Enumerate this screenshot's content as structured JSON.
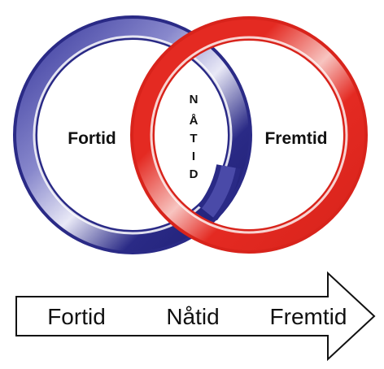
{
  "rings": {
    "past": {
      "label": "Fortid",
      "color": "#2f2f8f"
    },
    "future": {
      "label": "Fremtid",
      "color": "#e0281e"
    },
    "overlap": {
      "letters": [
        "N",
        "Å",
        "T",
        "I",
        "D"
      ]
    }
  },
  "arrow": {
    "labels": [
      "Fortid",
      "Nåtid",
      "Fremtid"
    ]
  }
}
